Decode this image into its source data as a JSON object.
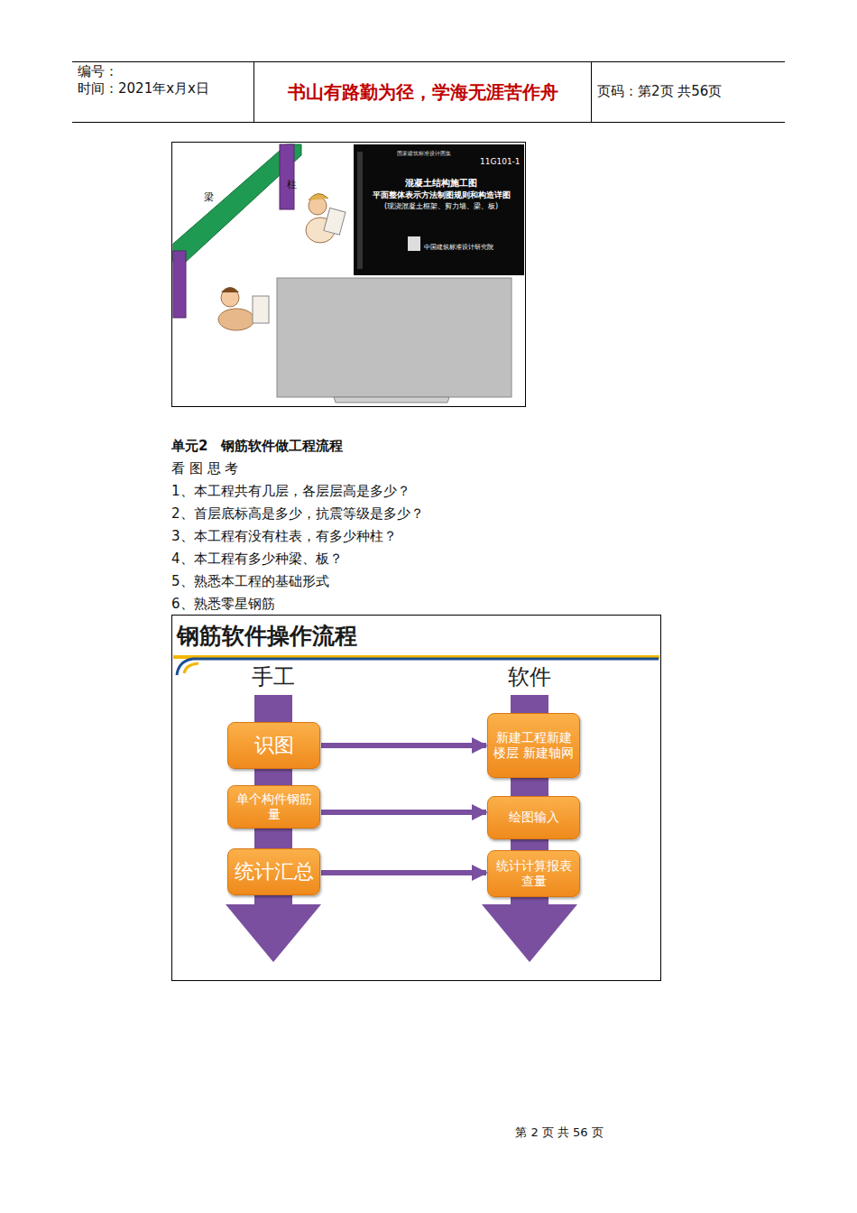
{
  "diagram": {
    "title": "钢筋软件操作流程",
    "nodes": [
      {
        "text": [
          "编号：",
          "时间：2021年x月x日"
        ]
      },
      {
        "text": [
          "书山有路勤为径，学海无涯苦作舟"
        ]
      },
      {
        "text": [
          "页码：第2页 共56页"
        ]
      },
      {
        "text": [
          "识图"
        ]
      },
      {
        "text": [
          "新建工程新建楼层 新建轴网"
        ]
      },
      {
        "text": [
          "单个构件钢筋量"
        ]
      },
      {
        "text": [
          "绘图输入"
        ]
      },
      {
        "text": [
          "统计汇总"
        ]
      },
      {
        "text": [
          "统计计算报表查量"
        ]
      }
    ],
    "edges": [
      {
        "from": 3,
        "to": 4,
        "arrow": "to"
      },
      {
        "from": 5,
        "to": 6,
        "arrow": "to"
      },
      {
        "from": 7,
        "to": 8,
        "arrow": "to"
      }
    ],
    "labels": [
      "梁",
      "柱",
      "国家建筑标准设计图集",
      "11G101-1",
      "混凝土结构施工图",
      "平面整体表示方法制图规则和构造详图",
      "(现浇混凝土框架、剪力墙、梁、板)",
      "中国建筑标准设计研究院",
      "单元2　钢筋软件做工程流程",
      "看 图 思 考",
      "1、本工程共有几层，各层层高是多少？",
      "2、首层底标高是多少，抗震等级是多少？",
      "3、本工程有没有柱表，有多少种柱？",
      "4、本工程有多少种梁、板？",
      "5、熟悉本工程的基础形式",
      "6、熟悉零星钢筋",
      "手工",
      "软件",
      "第 2 页 共 56 页"
    ]
  }
}
